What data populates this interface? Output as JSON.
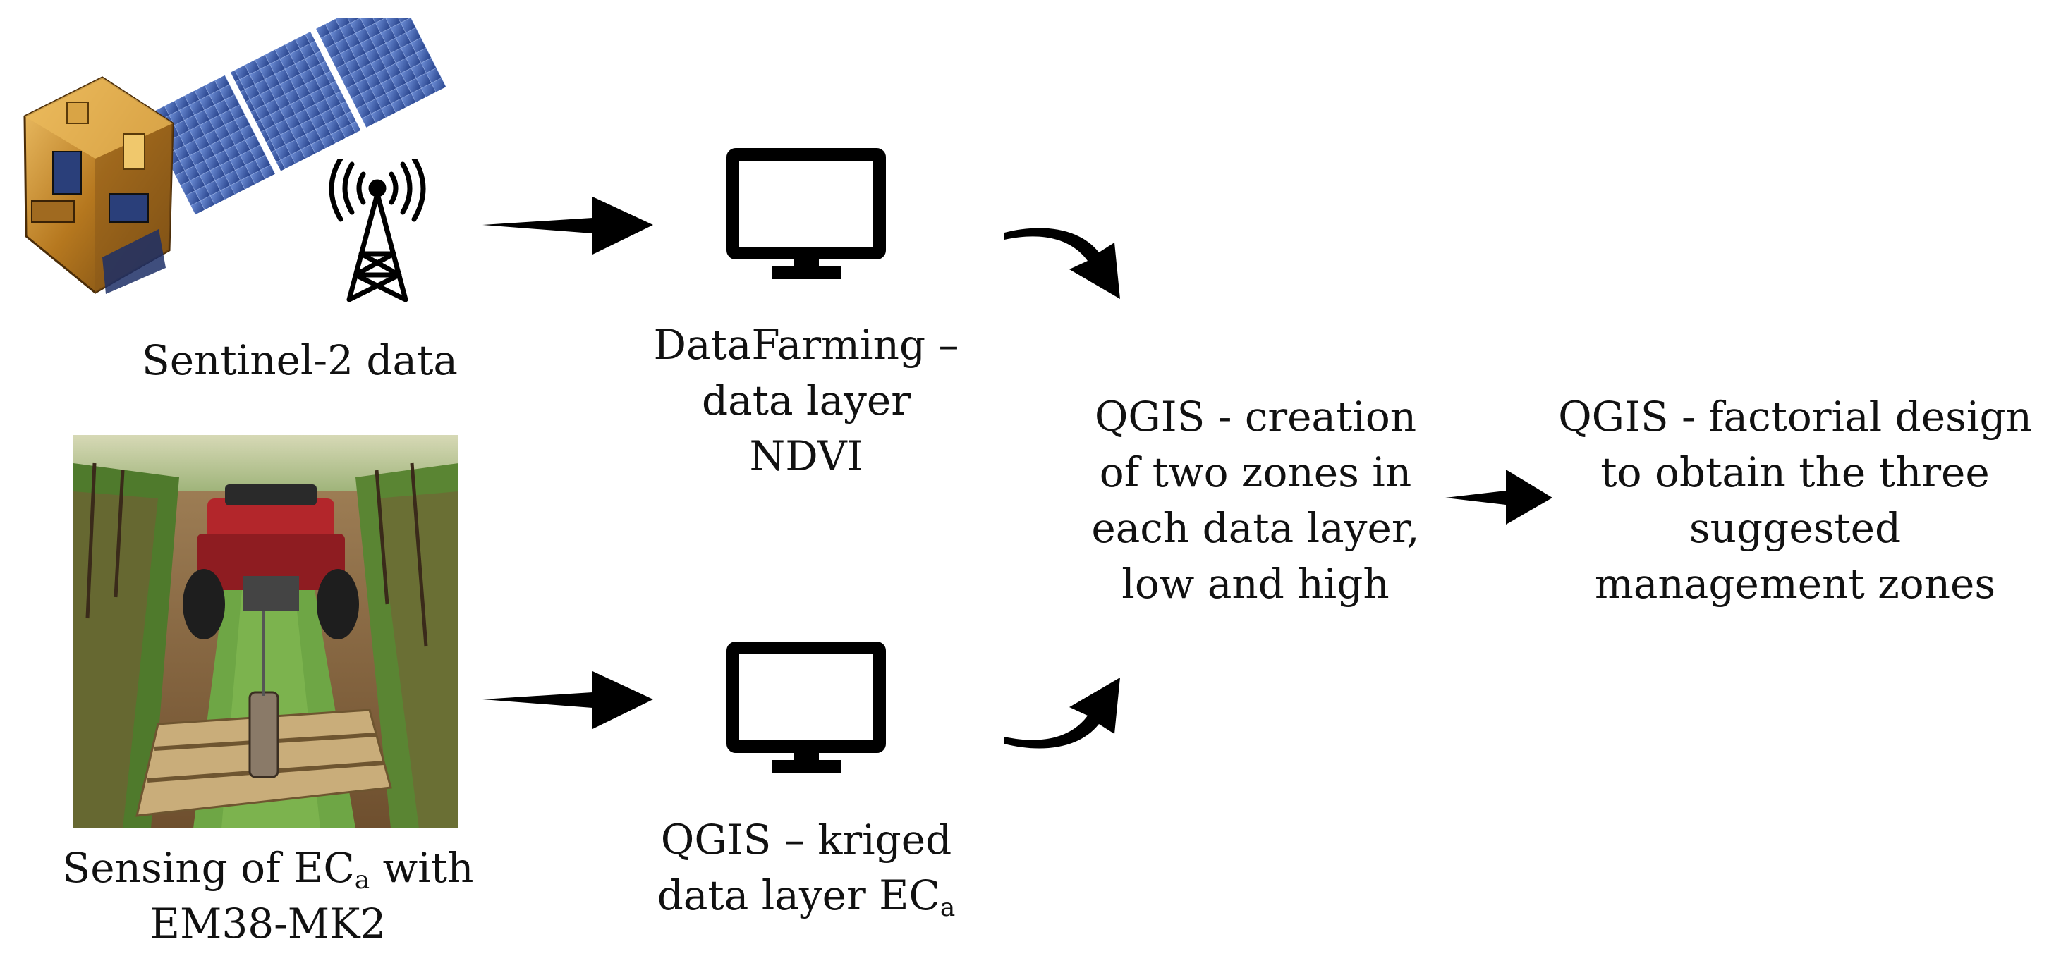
{
  "nodes": {
    "sentinel": {
      "label": "Sentinel-2 data",
      "icon": "satellite-icon",
      "secondary_icon": "radio-tower-icon"
    },
    "em38": {
      "label_line1_pre": "Sensing of EC",
      "label_line1_sub": "a",
      "label_line1_post": " with",
      "label_line2": "EM38-MK2",
      "image": "field-sensing-photo"
    },
    "datafarming": {
      "line1": "DataFarming –",
      "line2": "data layer",
      "line3": "NDVI",
      "icon": "monitor-icon"
    },
    "qgis_kriged": {
      "line1": "QGIS – kriged",
      "line2_pre": "data layer EC",
      "line2_sub": "a",
      "icon": "monitor-icon"
    },
    "qgis_zones": {
      "line1": "QGIS - creation",
      "line2": "of two zones in",
      "line3": "each data layer,",
      "line4": "low and high"
    },
    "qgis_factorial": {
      "line1": "QGIS - factorial design",
      "line2": "to obtain the three",
      "line3": "suggested",
      "line4": "management zones"
    }
  },
  "edges": [
    {
      "from": "sentinel",
      "to": "datafarming"
    },
    {
      "from": "em38",
      "to": "qgis_kriged"
    },
    {
      "from": "datafarming",
      "to": "qgis_zones"
    },
    {
      "from": "qgis_kriged",
      "to": "qgis_zones"
    },
    {
      "from": "qgis_zones",
      "to": "qgis_factorial"
    }
  ],
  "colors": {
    "arrow": "#000000",
    "solar_panel": "#3a5ba8",
    "satellite_body": "#c08a2e",
    "grass": "#5f9a3a",
    "soil": "#8a6a45",
    "atv": "#b3262b"
  }
}
